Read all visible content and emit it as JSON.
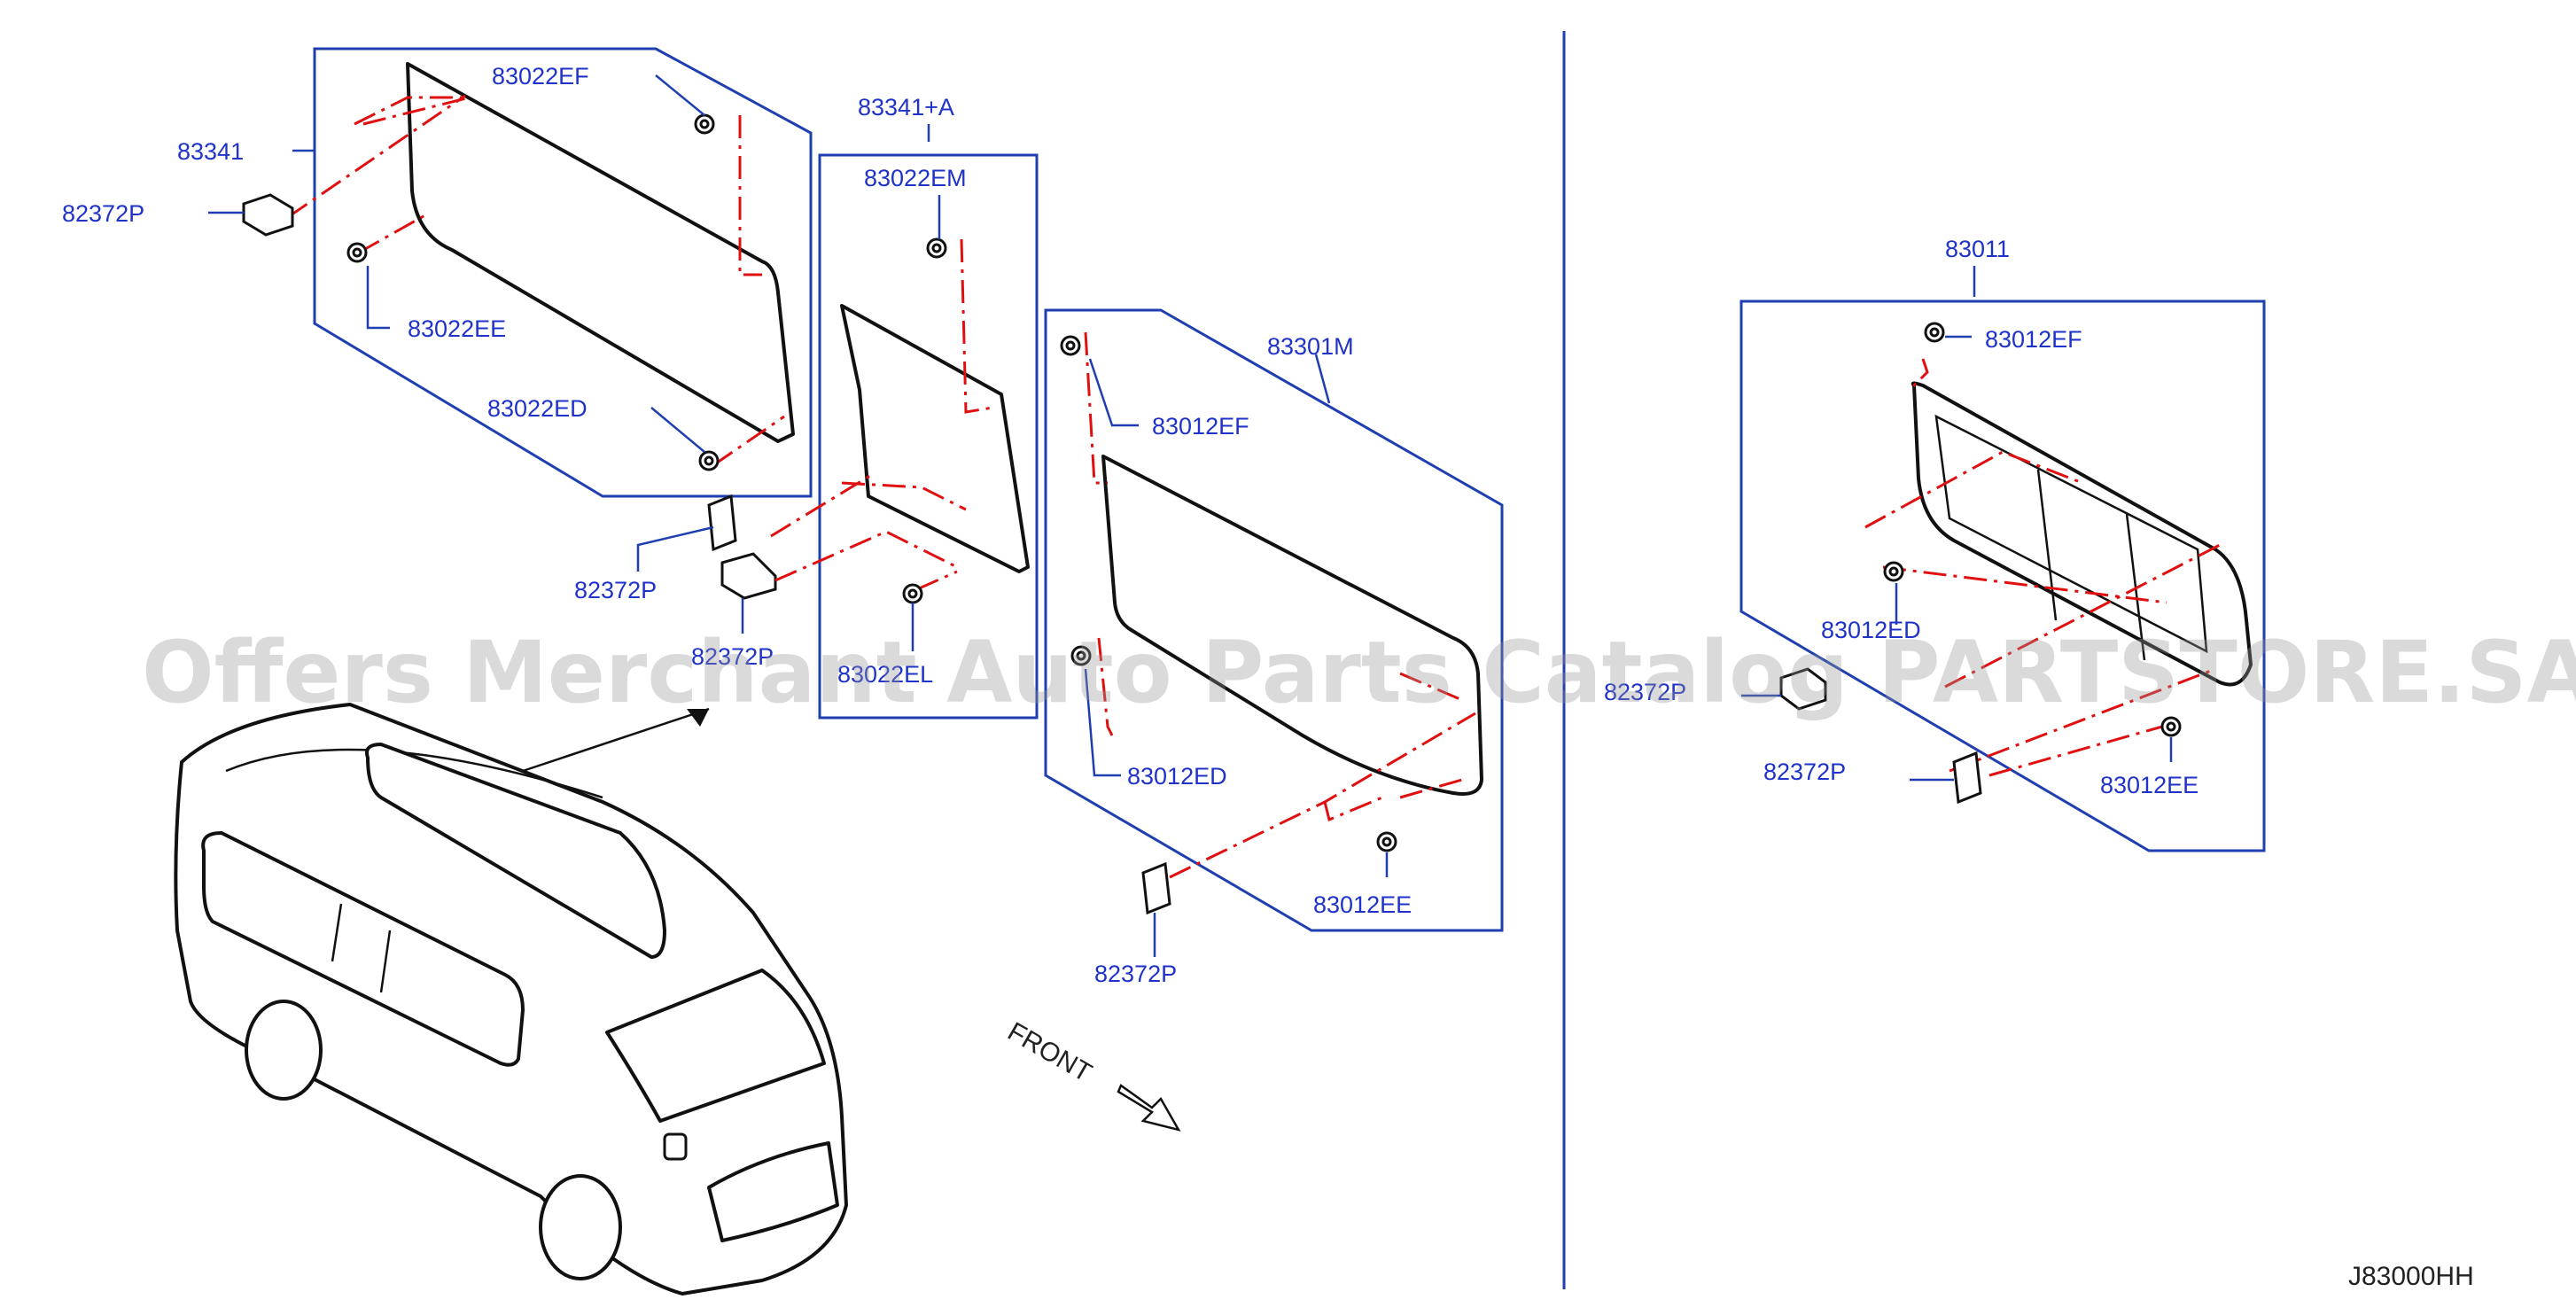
{
  "diagram_code": "J83000HH",
  "watermark": "Offers Merchant Auto Parts Catalog PARTSTORE.SA",
  "orientation_label": "FRONT",
  "group_left": {
    "assembly": "83341",
    "clip_top": "83022EF",
    "clip_left": "83022EE",
    "clip_bottom": "83022ED",
    "seal": "82372P",
    "seal_lower": "82372P"
  },
  "group_mid": {
    "assembly": "83341+A",
    "clip_top": "83022EM",
    "clip_bottom": "83022EL",
    "seal": "82372P"
  },
  "group_rear": {
    "assembly": "83301M",
    "clip_top": "83012EF",
    "clip_left": "83012ED",
    "clip_bottom": "83012EE",
    "seal": "82372P"
  },
  "group_right": {
    "assembly": "83011",
    "clip_top": "83012EF",
    "clip_left": "83012ED",
    "clip_bottom": "83012EE",
    "seal_top": "82372P",
    "seal_bottom": "82372P"
  }
}
